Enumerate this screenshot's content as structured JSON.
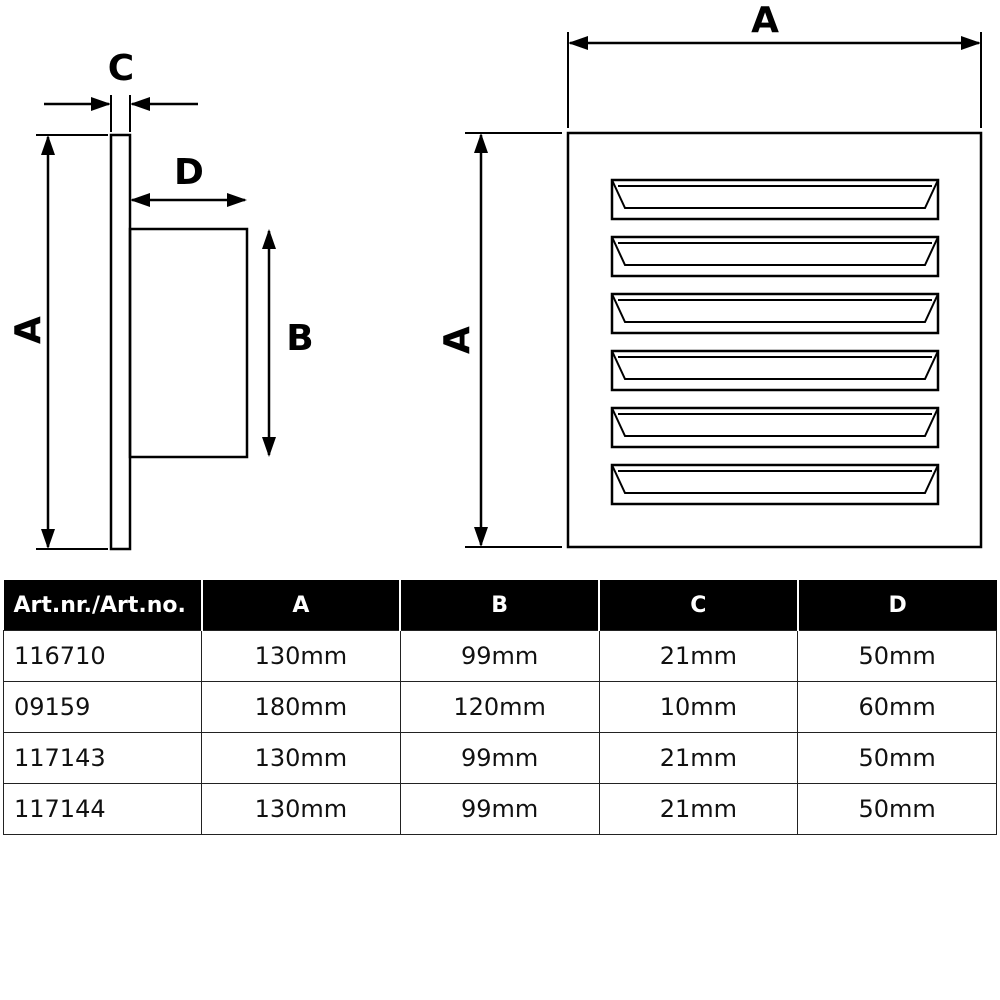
{
  "diagram": {
    "side_view": {
      "label_A": "A",
      "label_B": "B",
      "label_C": "C",
      "label_D": "D"
    },
    "front_view": {
      "label_A_width": "A",
      "label_A_height": "A"
    }
  },
  "table": {
    "headers": [
      "Art.nr./Art.no.",
      "A",
      "B",
      "C",
      "D"
    ],
    "rows": [
      [
        "116710",
        "130mm",
        "99mm",
        "21mm",
        "50mm"
      ],
      [
        "09159",
        "180mm",
        "120mm",
        "10mm",
        "60mm"
      ],
      [
        "117143",
        "130mm",
        "99mm",
        "21mm",
        "50mm"
      ],
      [
        "117144",
        "130mm",
        "99mm",
        "21mm",
        "50mm"
      ]
    ]
  }
}
